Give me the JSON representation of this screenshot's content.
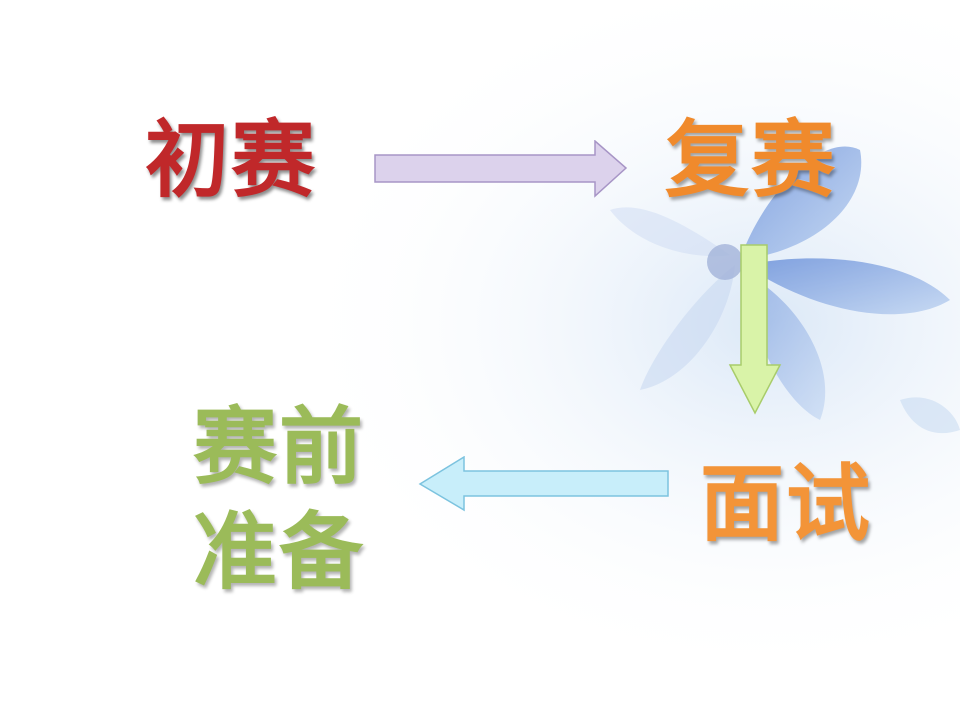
{
  "slide": {
    "steps": [
      {
        "label": "初赛"
      },
      {
        "label": "复赛"
      },
      {
        "label": "面试"
      },
      {
        "label": "赛前准备"
      }
    ],
    "colors": {
      "step1": "#c0282a",
      "step2": "#f08a2c",
      "step3": "#f39438",
      "step4": "#9bbb59",
      "arrow1": "#d9cfe9",
      "arrow2": "#d7f0a8",
      "arrow3": "#c6ecf8"
    }
  }
}
